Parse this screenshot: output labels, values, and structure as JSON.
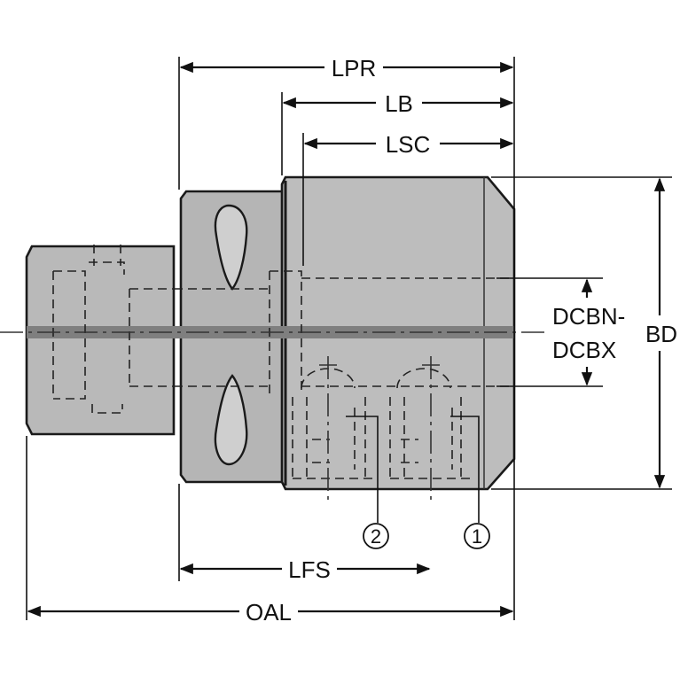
{
  "colors": {
    "body_fill": "#b9b9b9",
    "body_shade": "#a9a9a9",
    "bore_band": "#7f7f7f",
    "line": "#111111"
  },
  "dimensions": {
    "lpr": "LPR",
    "lb": "LB",
    "lsc": "LSC",
    "dcbn": "DCBN-",
    "dcbx": "DCBX",
    "bd": "BD",
    "lfs": "LFS",
    "oal": "OAL"
  },
  "callouts": {
    "one": "1",
    "two": "2"
  }
}
